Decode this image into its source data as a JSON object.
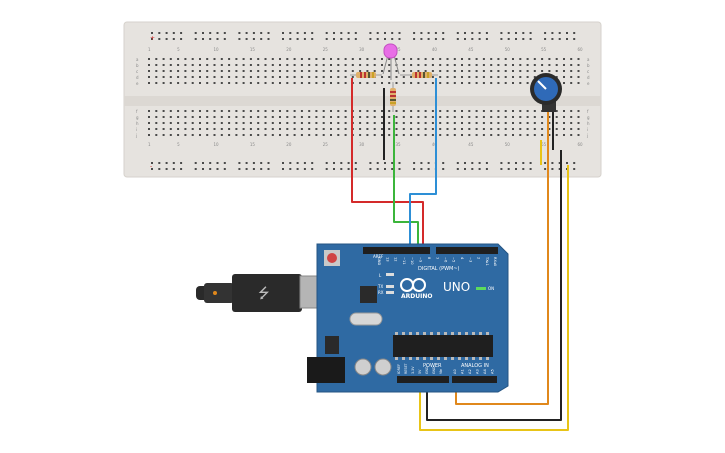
{
  "breadboard": {
    "top_numbers": [
      "1",
      "5",
      "10",
      "15",
      "20",
      "25",
      "30",
      "35",
      "40",
      "45",
      "50",
      "55",
      "60"
    ],
    "bottom_numbers": [
      "1",
      "5",
      "10",
      "15",
      "20",
      "25",
      "30",
      "35",
      "40",
      "45",
      "50",
      "55",
      "60"
    ],
    "row_letters_top": [
      "a",
      "b",
      "c",
      "d",
      "e"
    ],
    "row_letters_bottom": [
      "f",
      "g",
      "h",
      "i",
      "j"
    ],
    "rail_plus": "+",
    "rail_minus": "-"
  },
  "arduino": {
    "brand": "ARDUINO",
    "model": "UNO",
    "digital_label": "DIGITAL (PWM~)",
    "power_label": "POWER",
    "analog_label": "ANALOG IN",
    "on_label": "ON",
    "led_labels": [
      "L",
      "TX",
      "RX"
    ],
    "top_pins": [
      "GND",
      "13",
      "12",
      "~11",
      "~10",
      "~9",
      "8",
      "7",
      "~6",
      "~5",
      "4",
      "~3",
      "2",
      "TX▸1",
      "RX◂0"
    ],
    "power_pins": [
      "IOREF",
      "RESET",
      "3.3V",
      "5V",
      "GND",
      "GND",
      "Vin"
    ],
    "analog_pins": [
      "A0",
      "A1",
      "A2",
      "A3",
      "A4",
      "A5"
    ],
    "aref": "AREF"
  },
  "colors": {
    "breadboard": "#e6e3df",
    "board": "#2f6aa3",
    "wire_red": "#d42a2a",
    "wire_green": "#3bb53b",
    "wire_blue": "#2d8fd6",
    "wire_black": "#222222",
    "wire_orange": "#e0881c",
    "wire_yellow": "#e8c417",
    "led": "#e86ee6"
  }
}
